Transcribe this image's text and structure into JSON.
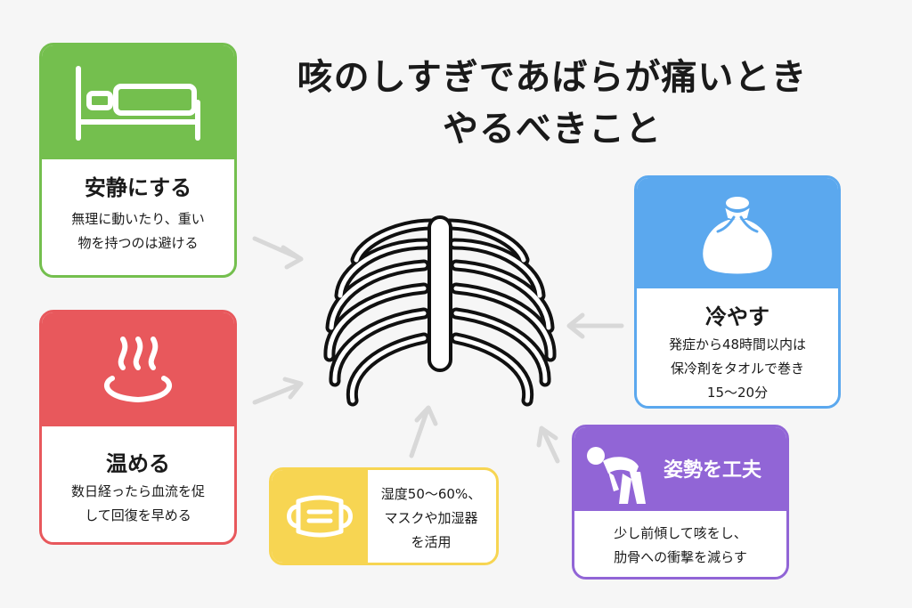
{
  "title": {
    "line1": "咳のしすぎであばらが痛いとき",
    "line2": "やるべきこと"
  },
  "cards": {
    "rest": {
      "icon": "bed-icon",
      "heading": "安静にする",
      "desc": "無理に動いたり、重い\n物を持つのは避ける",
      "color": "#74bf4e"
    },
    "warm": {
      "icon": "hot-spring-icon",
      "heading": "温める",
      "desc": "数日経ったら血流を促\nして回復を早める",
      "color": "#e8585c"
    },
    "cool": {
      "icon": "ice-bag-icon",
      "heading": "冷やす",
      "desc": "発症から48時間以内は\n保冷剤をタオルで巻き\n15〜20分",
      "color": "#5ba8ee"
    },
    "humid": {
      "icon": "mask-icon",
      "desc": "湿度50〜60%、\nマスクや加湿器\nを活用",
      "color": "#f7d552"
    },
    "posture": {
      "icon": "bending-person-icon",
      "heading": "姿勢を工夫",
      "desc": "少し前傾して咳をし、\n肋骨への衝撃を減らす",
      "color": "#9165d6"
    }
  },
  "center": {
    "icon": "ribcage-icon"
  }
}
